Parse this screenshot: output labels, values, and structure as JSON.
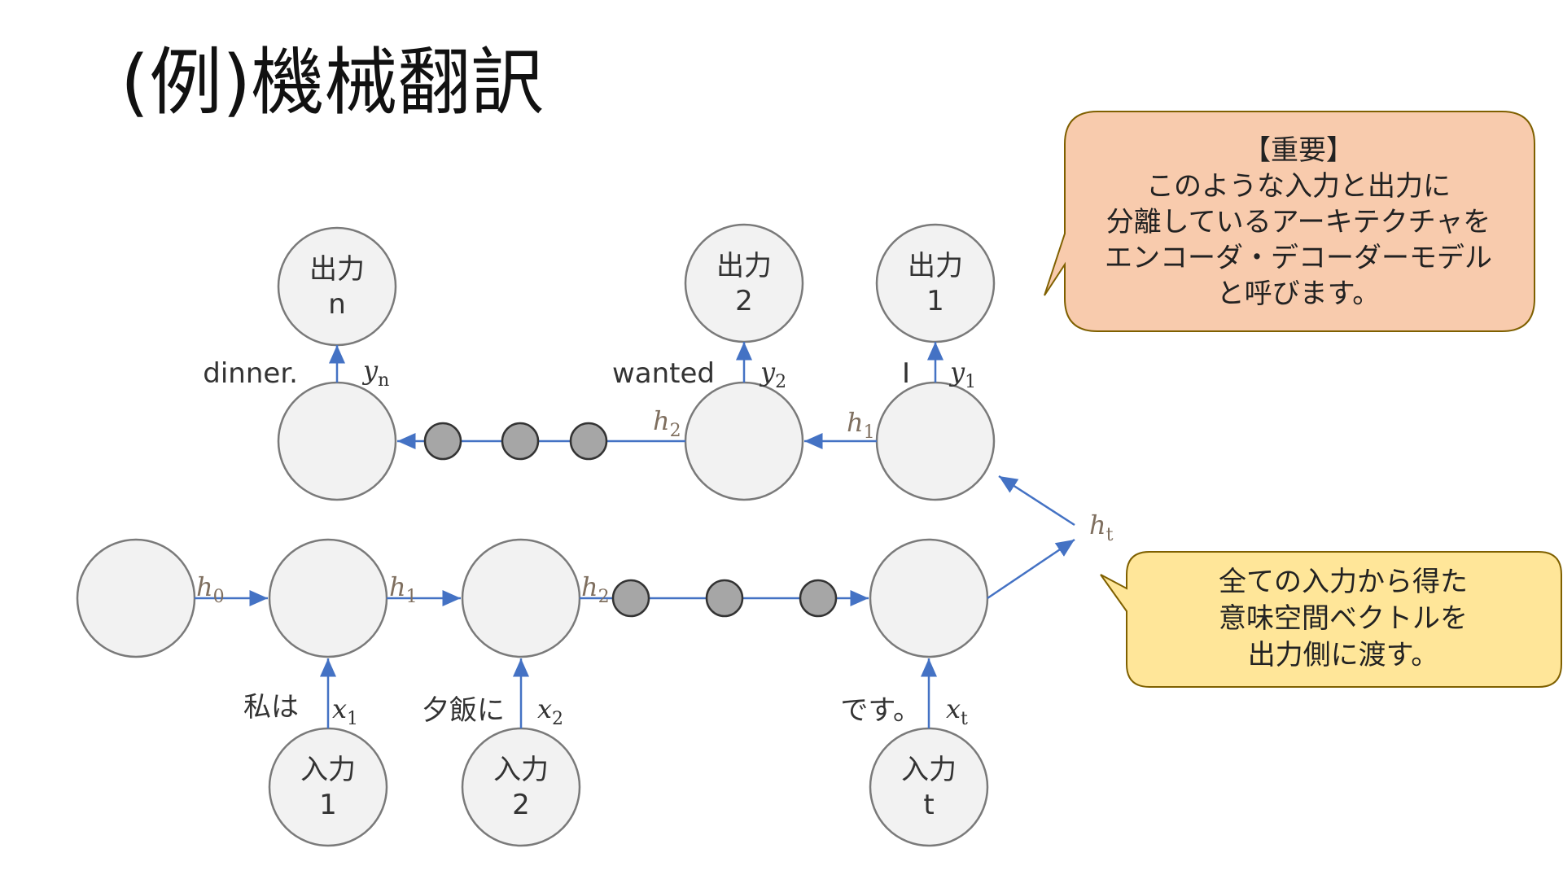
{
  "title": "(例)機械翻訳",
  "decoder_nodes": [
    {
      "line1": "出力",
      "line2": "n"
    },
    {
      "line1": "出力",
      "line2": "2"
    },
    {
      "line1": "出力",
      "line2": "1"
    }
  ],
  "encoder_inputs": [
    {
      "line1": "入力",
      "line2": "1"
    },
    {
      "line1": "入力",
      "line2": "2"
    },
    {
      "line1": "入力",
      "line2": "t"
    }
  ],
  "output_words": [
    "dinner.",
    "wanted",
    "I"
  ],
  "input_words": [
    "私は",
    "夕飯に",
    "です。"
  ],
  "vars": {
    "y": [
      "y",
      "y",
      "y"
    ],
    "y_sub": [
      "n",
      "2",
      "1"
    ],
    "dec_h": [
      "h",
      "h"
    ],
    "dec_h_sub": [
      "2",
      "1"
    ],
    "enc_h": [
      "h",
      "h",
      "h"
    ],
    "enc_h_sub": [
      "0",
      "1",
      "2"
    ],
    "x": [
      "x",
      "x",
      "x"
    ],
    "x_sub": [
      "1",
      "2",
      "t"
    ],
    "ht": "h",
    "ht_sub": "t"
  },
  "callout_important": {
    "lines": [
      "【重要】",
      "このような入力と出力に",
      "分離しているアーキテクチャを",
      "エンコーダ・デコーダーモデル",
      "と呼びます。"
    ]
  },
  "callout_meaning": {
    "lines": [
      "全ての入力から得た",
      "意味空間ベクトルを",
      "出力側に渡す。"
    ]
  },
  "colors": {
    "arrow": "#4472c4",
    "node_fill": "#f2f2f2",
    "dot_fill": "#a6a6a6",
    "callout_orange": "#f8cbad",
    "callout_yellow": "#ffe699"
  }
}
